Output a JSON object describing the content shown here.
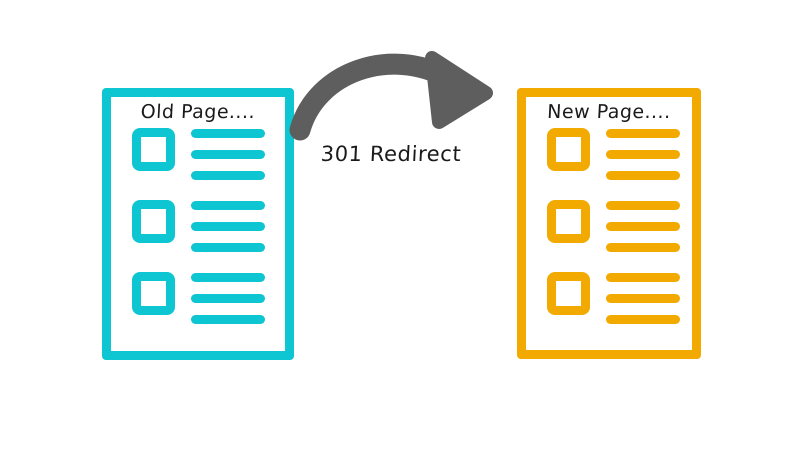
{
  "diagram": {
    "title_text": "301 Redirect",
    "background_color": "#ffffff",
    "arrow": {
      "icon": "curved-arrow-right-icon",
      "color": "#5e5e5e",
      "direction": "left-to-right"
    },
    "pages": [
      {
        "id": "old-page",
        "title": "Old Page....",
        "color": "#0dc6d1",
        "rows": [
          {
            "thumbnail": "square-placeholder-icon",
            "bars": 3
          },
          {
            "thumbnail": "square-placeholder-icon",
            "bars": 3
          },
          {
            "thumbnail": "square-placeholder-icon",
            "bars": 3
          }
        ]
      },
      {
        "id": "new-page",
        "title": "New Page....",
        "color": "#f2a900",
        "rows": [
          {
            "thumbnail": "square-placeholder-icon",
            "bars": 3
          },
          {
            "thumbnail": "square-placeholder-icon",
            "bars": 3
          },
          {
            "thumbnail": "square-placeholder-icon",
            "bars": 3
          }
        ]
      }
    ]
  }
}
